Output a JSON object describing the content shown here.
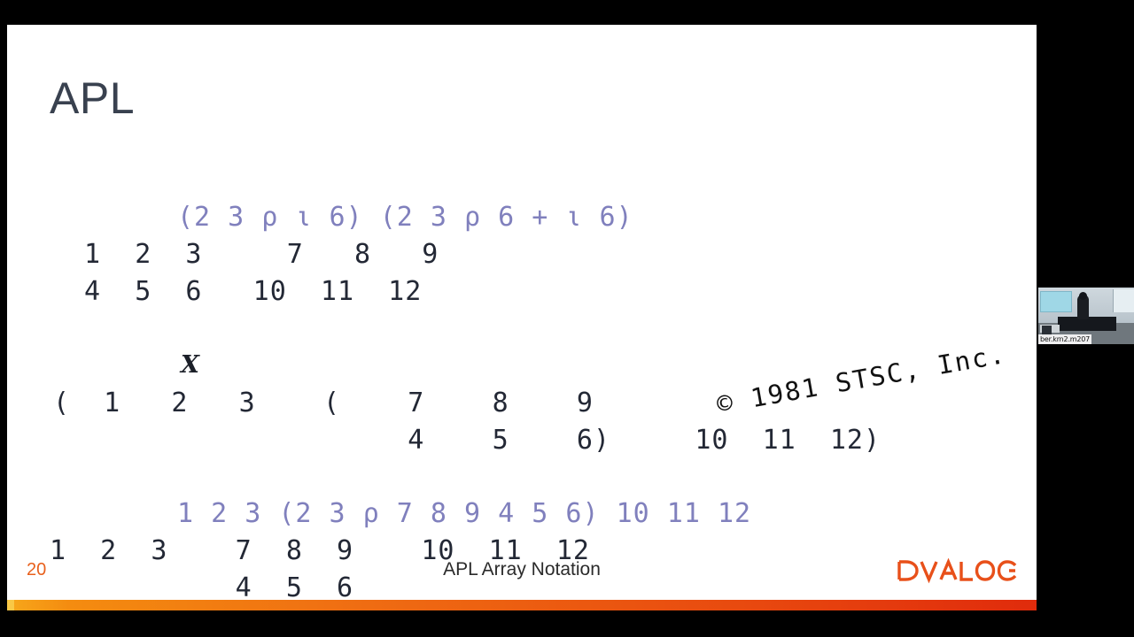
{
  "slide": {
    "title": "APL",
    "footer_title": "APL Array Notation",
    "slide_number": "20",
    "brand": "DYALOG",
    "accent_orange": "#e8601c",
    "input_purple": "#8080bd",
    "output_dark": "#232835",
    "title_color": "#39414f"
  },
  "block1": {
    "expression": "(2 3 ⍴ ⍳ 6) (2 3 ⍴ 6 + ⍳ 6)",
    "row1": " 1  2  3     7   8   9",
    "row2": " 4  5  6   10  11  12"
  },
  "block2": {
    "marker": "X",
    "row1": "(  1   2   3    (    7    8    9",
    "row2": "                     4    5    6)     10  11  12)",
    "stamp": "© 1981 STSC, Inc."
  },
  "block3": {
    "expression": "1 2 3 (2 3 ⍴ 7 8 9 4 5 6) 10 11 12",
    "row1": "1  2  3    7  8  9    10  11  12",
    "row2": "           4  5  6"
  },
  "webcam": {
    "label": "ber.krn2.m207"
  }
}
